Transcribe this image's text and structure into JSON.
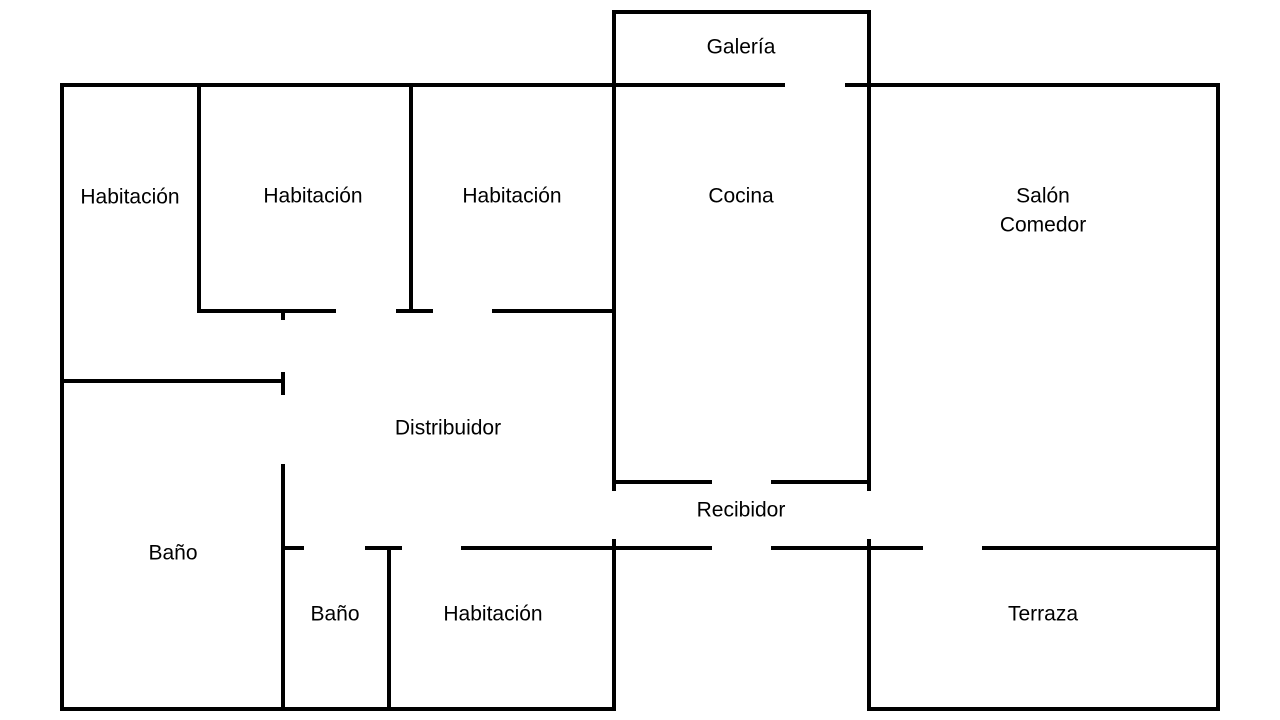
{
  "floorplan": {
    "rooms": {
      "galeria": "Galería",
      "habitacion_1": "Habitación",
      "habitacion_2": "Habitación",
      "habitacion_3": "Habitación",
      "cocina": "Cocina",
      "salon_line1": "Salón",
      "salon_line2": "Comedor",
      "distribuidor": "Distribuidor",
      "recibidor": "Recibidor",
      "bano_1": "Baño",
      "bano_2": "Baño",
      "habitacion_4": "Habitación",
      "terraza": "Terraza"
    },
    "wall_color": "#000000",
    "background_color": "#ffffff"
  }
}
